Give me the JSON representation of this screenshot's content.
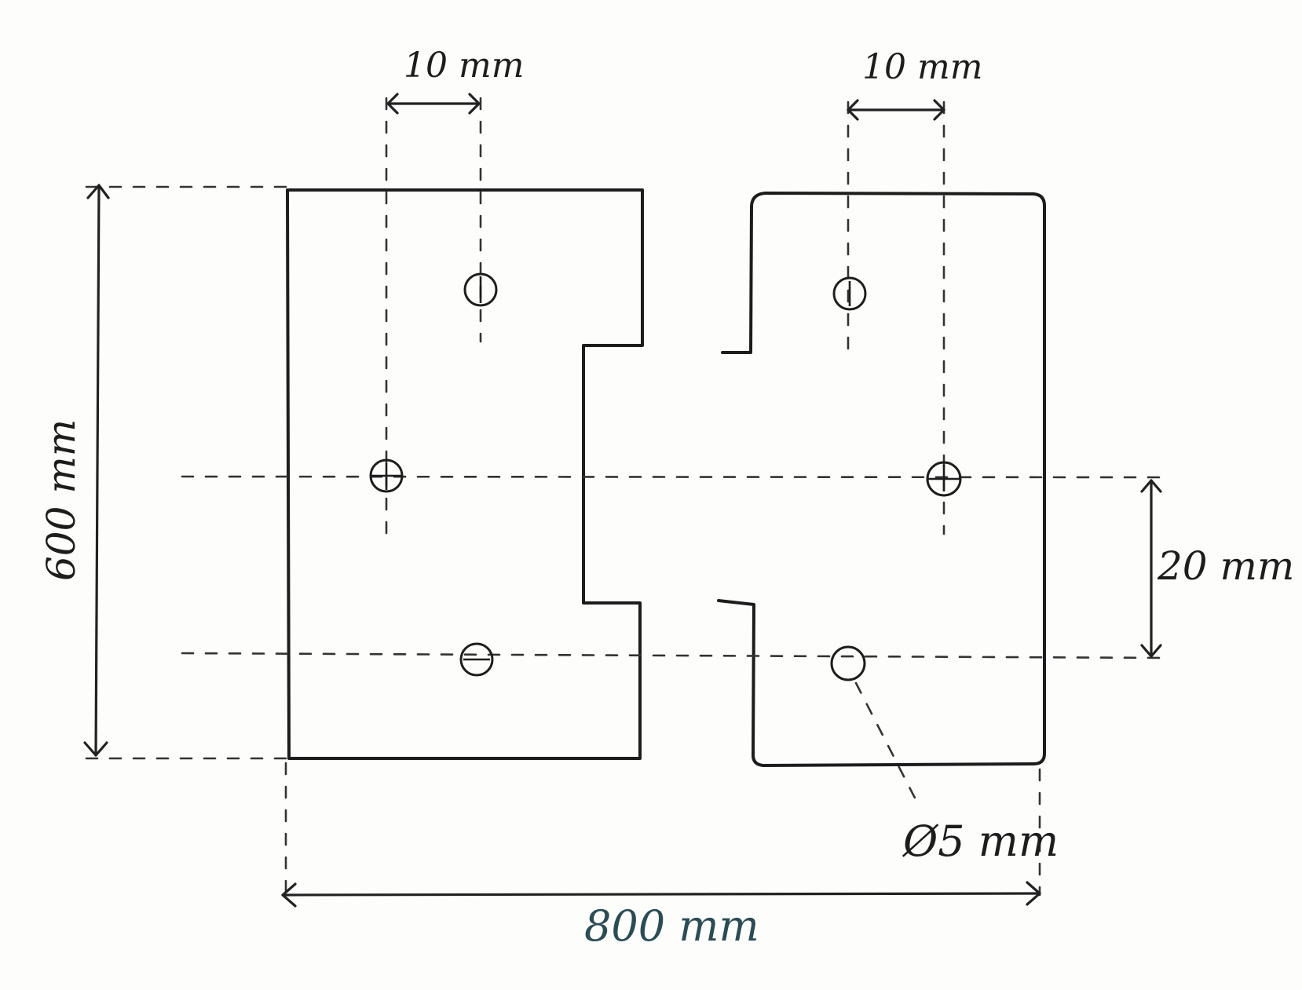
{
  "drawing": {
    "dimensions": {
      "top_left_spacing": "10 mm",
      "top_right_spacing": "10 mm",
      "height": "600 mm",
      "right_spacing": "20 mm",
      "hole_diameter": "Ø5 mm",
      "width": "800 mm"
    }
  }
}
